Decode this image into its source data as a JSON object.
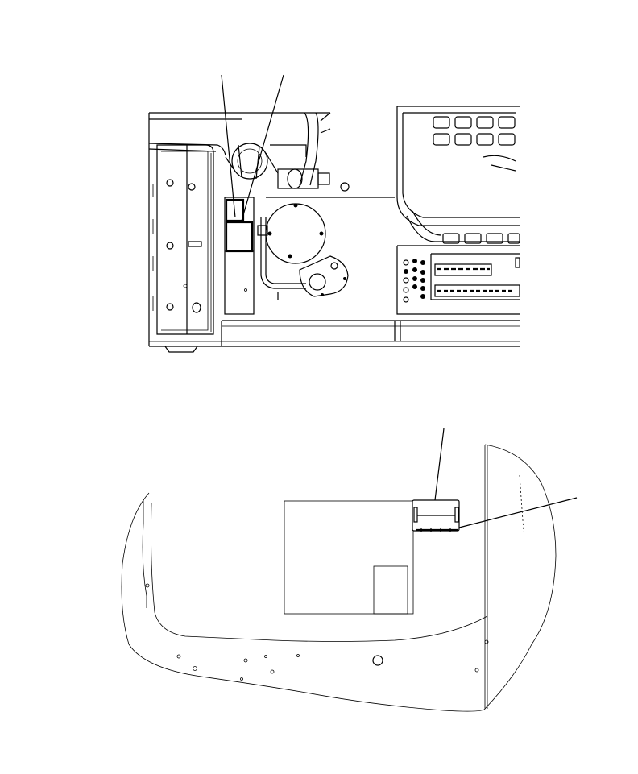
{
  "figures": [
    {
      "id": "top-figure",
      "description_visible": "",
      "leader_lines": 2
    },
    {
      "id": "bottom-figure",
      "leader_lines": 2
    }
  ]
}
